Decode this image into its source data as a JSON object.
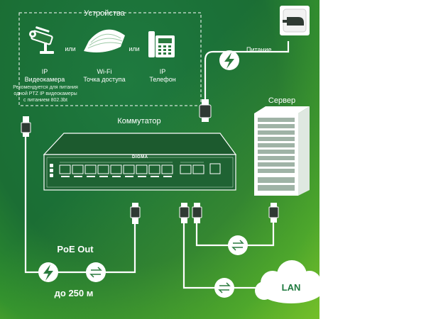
{
  "devices": {
    "title": "Устройства",
    "or_1": "или",
    "or_2": "или",
    "camera_l1": "IP",
    "camera_l2": "Видеокамера",
    "camera_note_1": "Рекомендуется для питания",
    "camera_note_2": "одной PTZ IP видеокамеры",
    "camera_note_3": "с питанием 802.3bt",
    "ap_l1": "Wi-Fi",
    "ap_l2": "Точка доступа",
    "phone_l1": "IP",
    "phone_l2": "Телефон"
  },
  "power": {
    "label": "Питание"
  },
  "switch": {
    "label": "Коммутатор",
    "brand": "DIGMA"
  },
  "server": {
    "label": "Сервер"
  },
  "poe": {
    "label": "PoE Out",
    "distance": "до 250 м"
  },
  "lan": {
    "label": "LAN"
  },
  "colors": {
    "panel_dark": "#1b6e34",
    "panel_light": "#6fb52b",
    "line": "#ffffff"
  },
  "icons": [
    "camera-icon",
    "access-point-icon",
    "phone-icon",
    "socket-icon",
    "plug-icon",
    "lightning-icon",
    "switch-icon",
    "server-icon",
    "rj45-connector-icon",
    "exchange-arrows-icon",
    "cloud-icon"
  ]
}
